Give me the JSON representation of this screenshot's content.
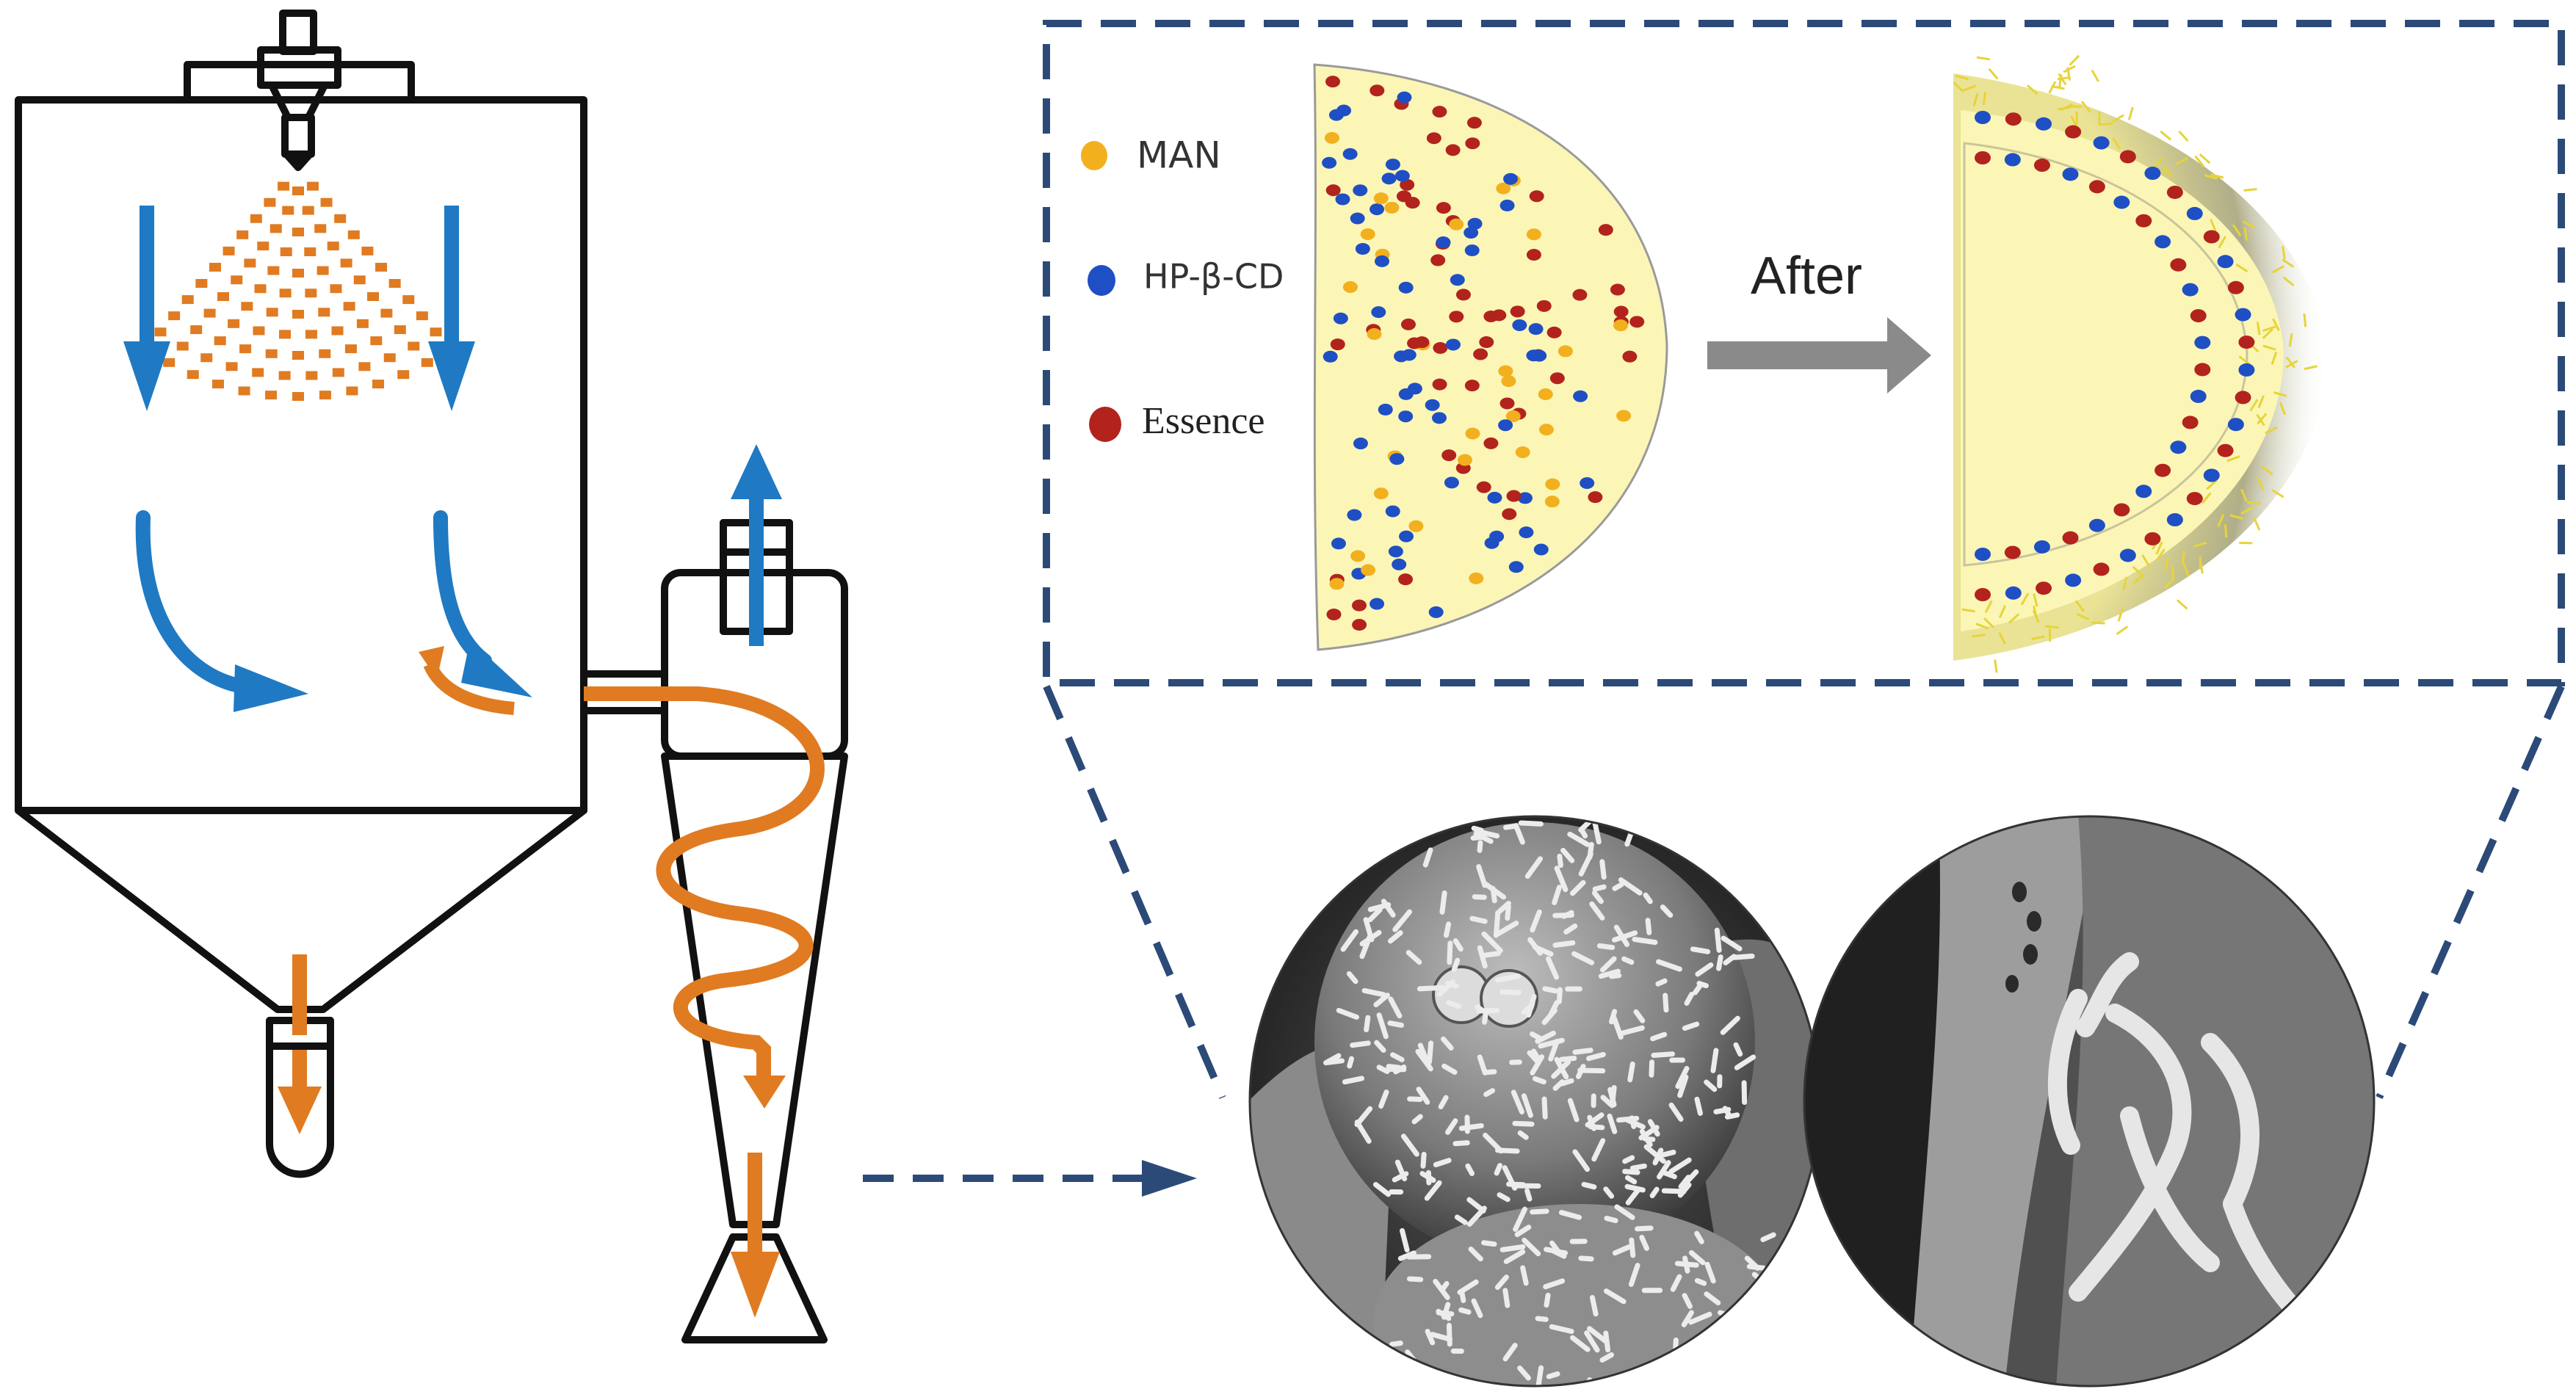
{
  "legend": {
    "items": [
      {
        "label": "MAN",
        "color": "#f2b01e",
        "font": "sans"
      },
      {
        "label": "HP-β-CD",
        "color": "#1f4fc4",
        "font": "sans"
      },
      {
        "label": "Essence",
        "color": "#b3231d",
        "font": "serif"
      }
    ]
  },
  "arrow_label": "After",
  "colors": {
    "flow_blue": "#1f7ac3",
    "droplet_orange": "#e07b22",
    "dashed_navy": "#2b4a78",
    "particle_fill": "#fbf6b6",
    "after_arrow_gray": "#8a8a8a",
    "equipment_stroke": "#111111"
  },
  "images": {
    "sem_left": "SEM micrograph of a spherical particle covered with short fibrous protrusions",
    "sem_right": "SEM close-up of particle surface showing curved fibrous strands"
  }
}
